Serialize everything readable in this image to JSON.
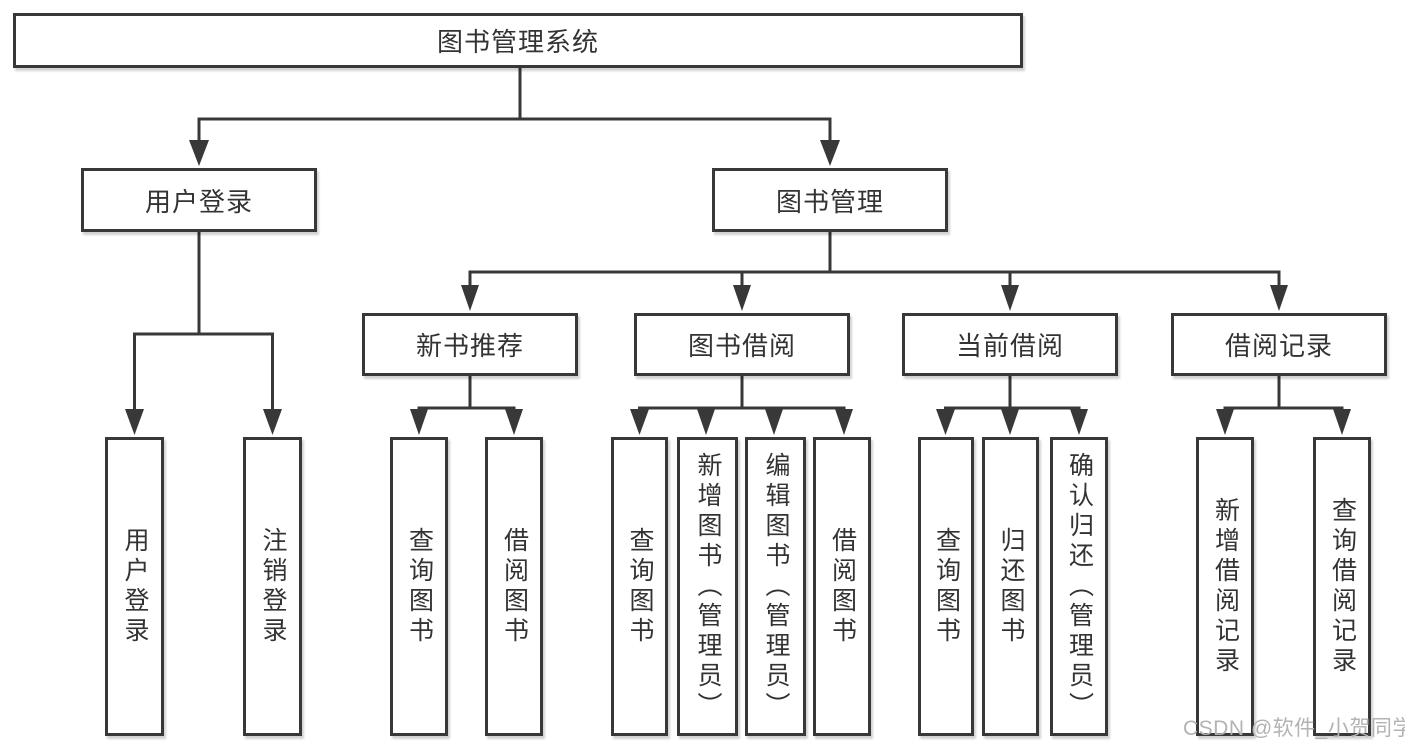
{
  "colors": {
    "line": "#383838",
    "text": "#333333",
    "box_background": "#ffffff",
    "watermark": "#b3b3b3"
  },
  "watermark": {
    "text": "CSDN @软件_小贺同学"
  },
  "diagram": {
    "type": "tree",
    "root": {
      "label": "图书管理系统",
      "children": [
        {
          "label": "用户登录",
          "children": [
            {
              "label": "用户登录"
            },
            {
              "label": "注销登录"
            }
          ]
        },
        {
          "label": "图书管理",
          "children": [
            {
              "label": "新书推荐",
              "children": [
                {
                  "label": "查询图书"
                },
                {
                  "label": "借阅图书"
                }
              ]
            },
            {
              "label": "图书借阅",
              "children": [
                {
                  "label": "查询图书"
                },
                {
                  "label": "新增图书（管理员）"
                },
                {
                  "label": "编辑图书（管理员）"
                },
                {
                  "label": "借阅图书"
                }
              ]
            },
            {
              "label": "当前借阅",
              "children": [
                {
                  "label": "查询图书"
                },
                {
                  "label": "归还图书"
                },
                {
                  "label": "确认归还（管理员）"
                }
              ]
            },
            {
              "label": "借阅记录",
              "children": [
                {
                  "label": "新增借阅记录"
                },
                {
                  "label": "查询借阅记录"
                }
              ]
            }
          ]
        }
      ]
    }
  }
}
